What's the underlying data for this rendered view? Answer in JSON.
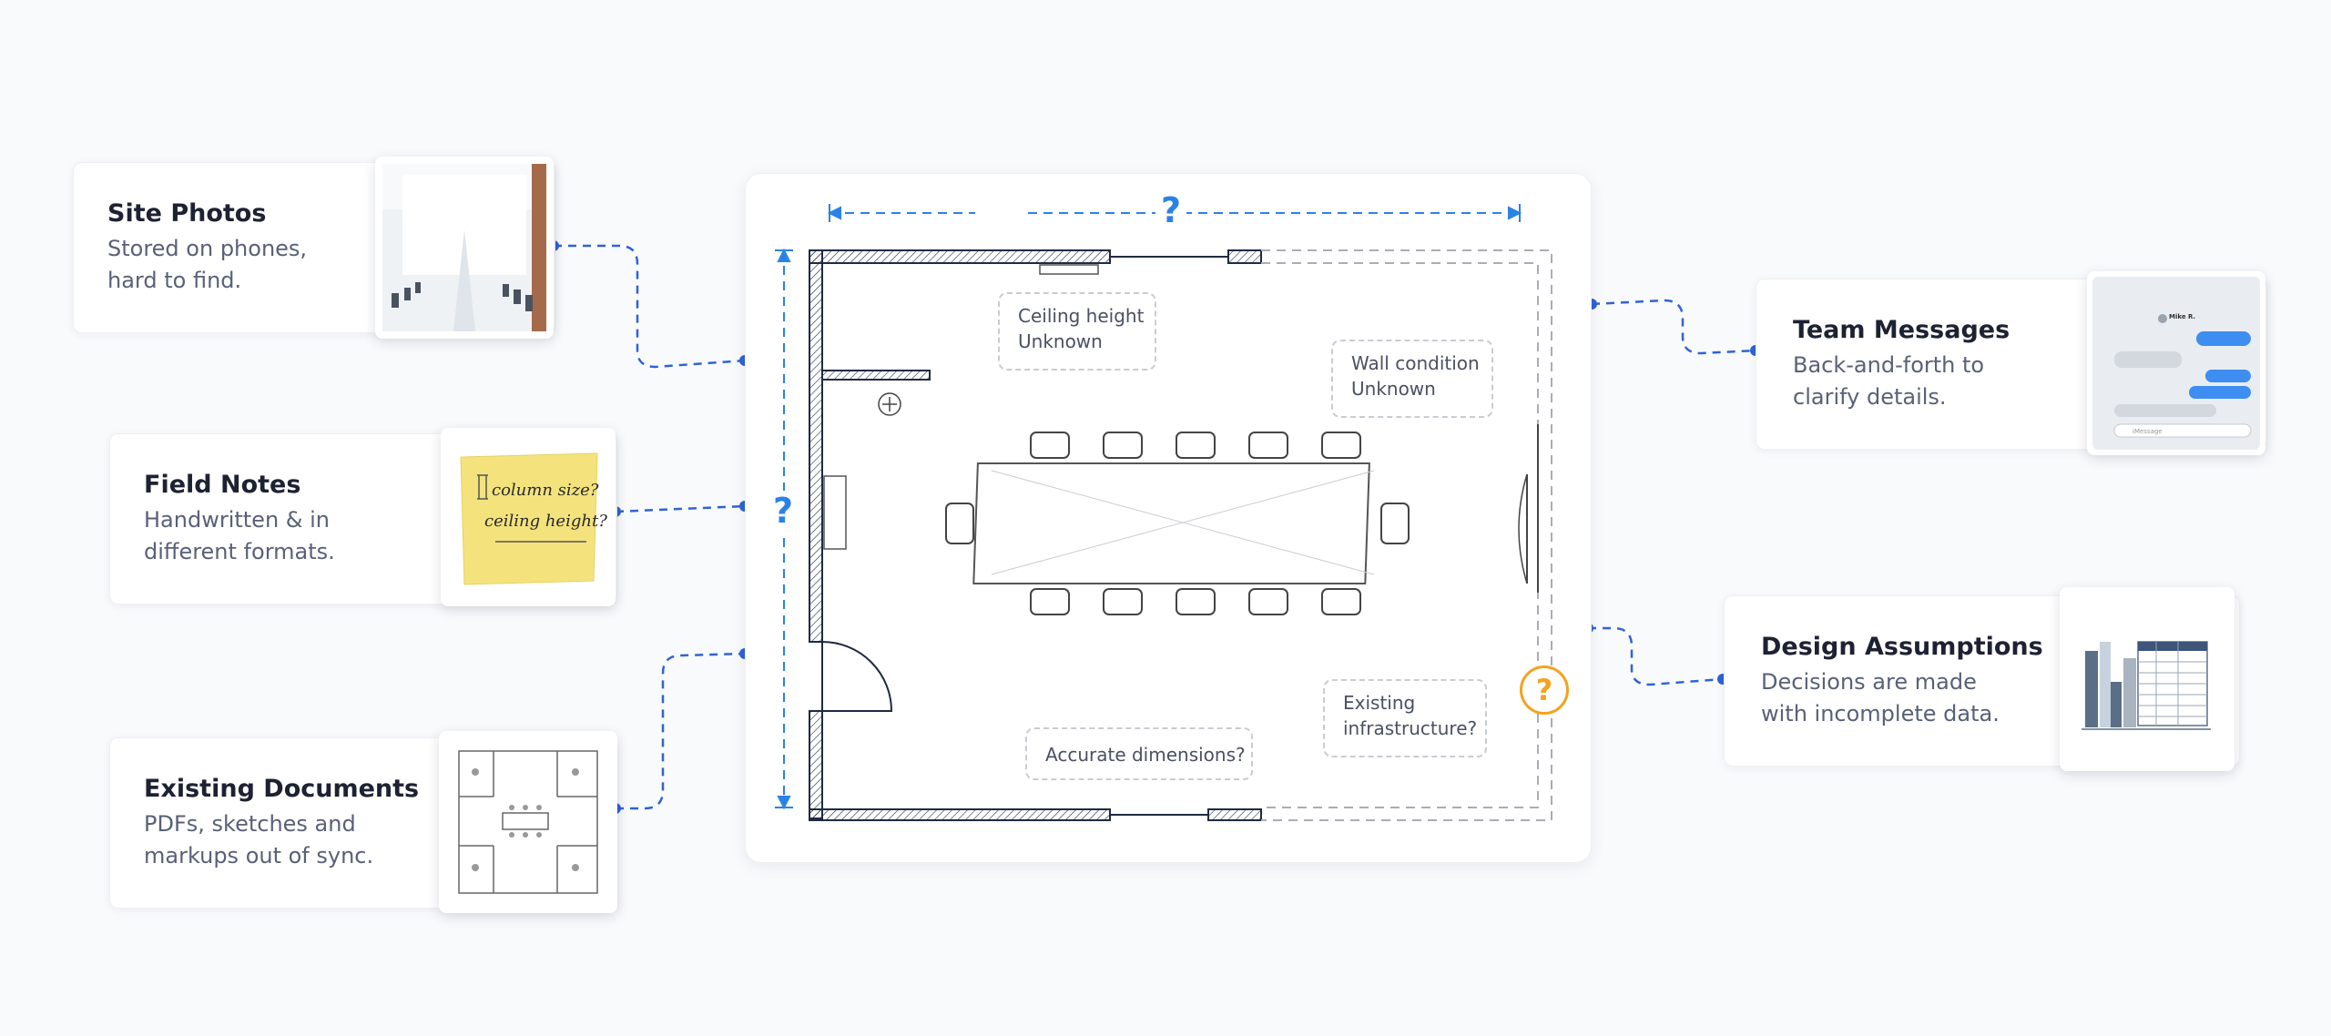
{
  "cards": {
    "site_photos": {
      "title": "Site Photos",
      "line1": "Stored on phones,",
      "line2": "hard to find."
    },
    "field_notes": {
      "title": "Field Notes",
      "line1": "Handwritten & in",
      "line2": "different formats."
    },
    "existing_documents": {
      "title": "Existing Documents",
      "line1": "PDFs, sketches and",
      "line2": "markups out of sync."
    },
    "team_messages": {
      "title": "Team Messages",
      "line1": "Back-and-forth to",
      "line2": "clarify details."
    },
    "design_assumptions": {
      "title": "Design Assumptions",
      "line1": "Decisions are made",
      "line2": "with incomplete data."
    }
  },
  "sticky_note": {
    "line1": "column size?",
    "line2": "ceiling height?"
  },
  "floorplan": {
    "annotations": {
      "ceiling": {
        "line1": "Ceiling height",
        "line2": "Unknown"
      },
      "wall": {
        "line1": "Wall condition",
        "line2": "Unknown"
      },
      "dimensions": {
        "line1": "Accurate dimensions?"
      },
      "infrastructure": {
        "line1": "Existing",
        "line2": "infrastructure?"
      }
    },
    "question_mark": "?",
    "question_mark_orange": "?"
  },
  "chat_preview": {
    "contact": "Mike R.",
    "input_placeholder": "iMessage"
  },
  "colors": {
    "accent_blue": "#2b82e6",
    "connector_blue": "#2f63d6",
    "warning_orange": "#f5a21d",
    "wall_dark": "#1f2a44",
    "sticky_yellow": "#f4e37d"
  }
}
